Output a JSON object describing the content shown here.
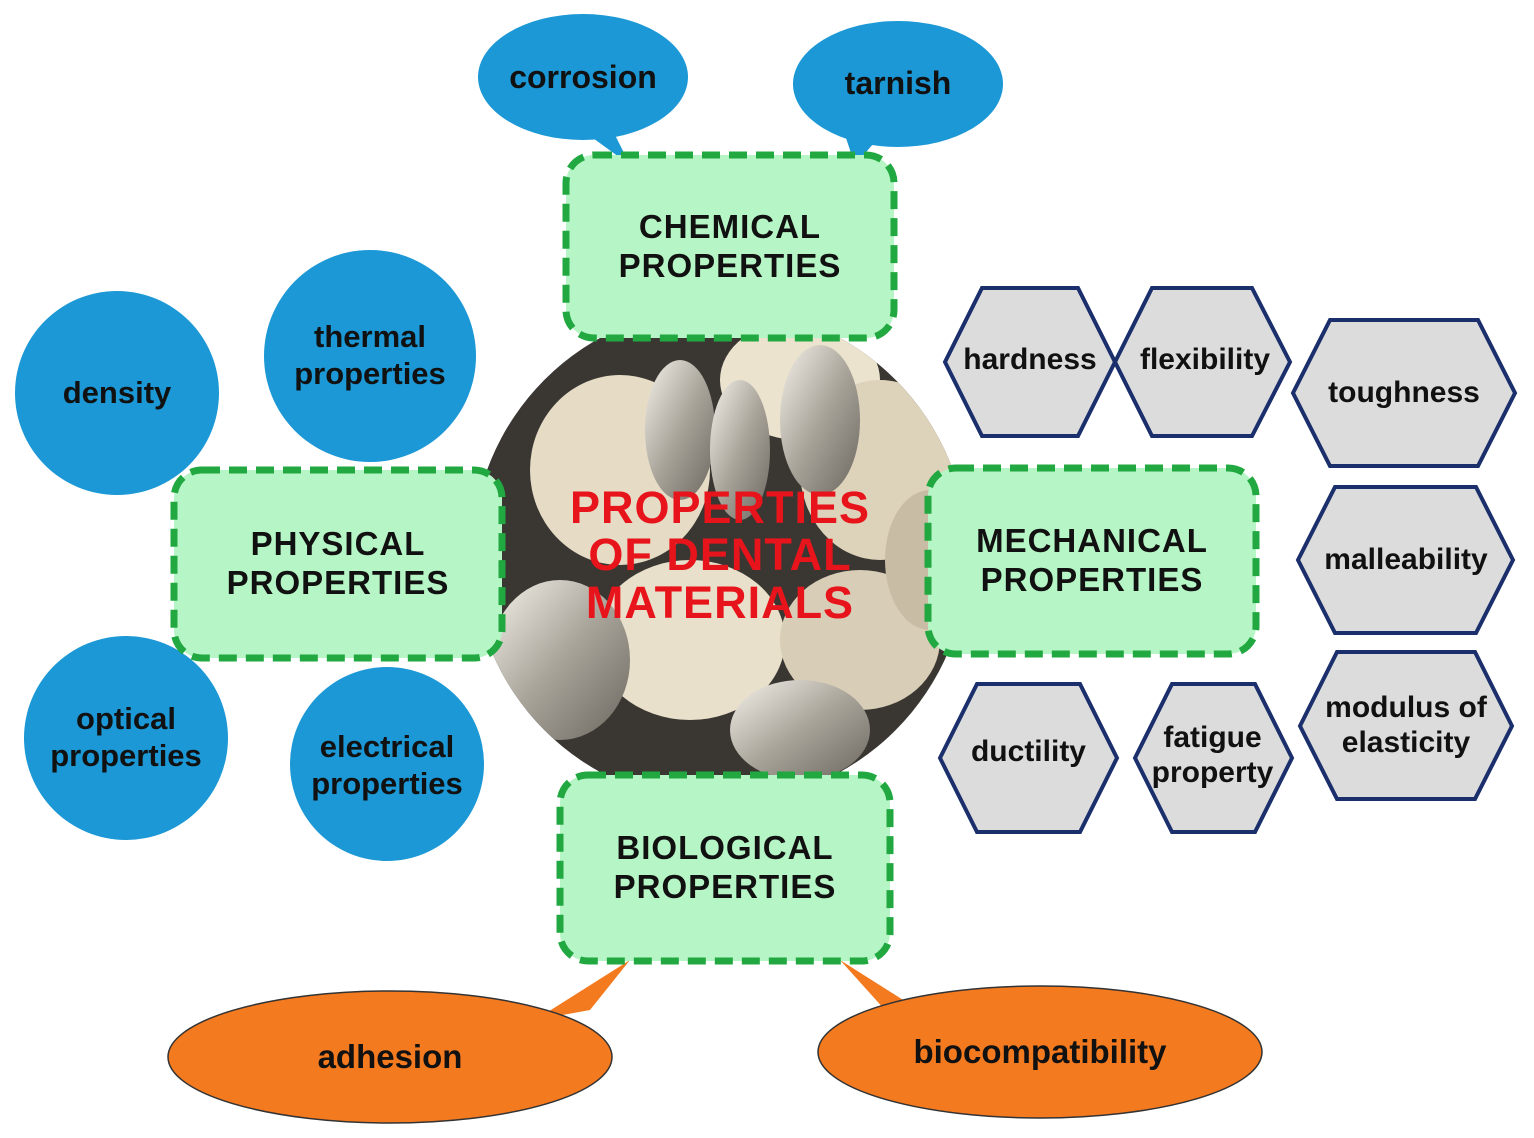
{
  "center": {
    "title": "PROPERTIES\nOF DENTAL\nMATERIALS",
    "image": "dental-crowns-photo",
    "title_color": "#e8141b"
  },
  "categories": {
    "chemical": "CHEMICAL\nPROPERTIES",
    "physical": "PHYSICAL\nPROPERTIES",
    "mechanical": "MECHANICAL\nPROPERTIES",
    "biological": "BIOLOGICAL\nPROPERTIES",
    "box_fill": "#b6f5c5",
    "box_border": "#22a840"
  },
  "chemical_items": [
    "corrosion",
    "tarnish"
  ],
  "physical_items": [
    "density",
    "thermal\nproperties",
    "optical\nproperties",
    "electrical\nproperties"
  ],
  "mechanical_items": [
    "hardness",
    "flexibility",
    "toughness",
    "malleability",
    "ductility",
    "fatigue\nproperty",
    "modulus of\nelasticity"
  ],
  "biological_items": [
    "adhesion",
    "biocompatibility"
  ],
  "colors": {
    "blue_bubble": "#1b98d5",
    "hexagon_fill": "#dcdcdc",
    "hexagon_border": "#1a2f6b",
    "orange_bubble": "#f47a20"
  }
}
